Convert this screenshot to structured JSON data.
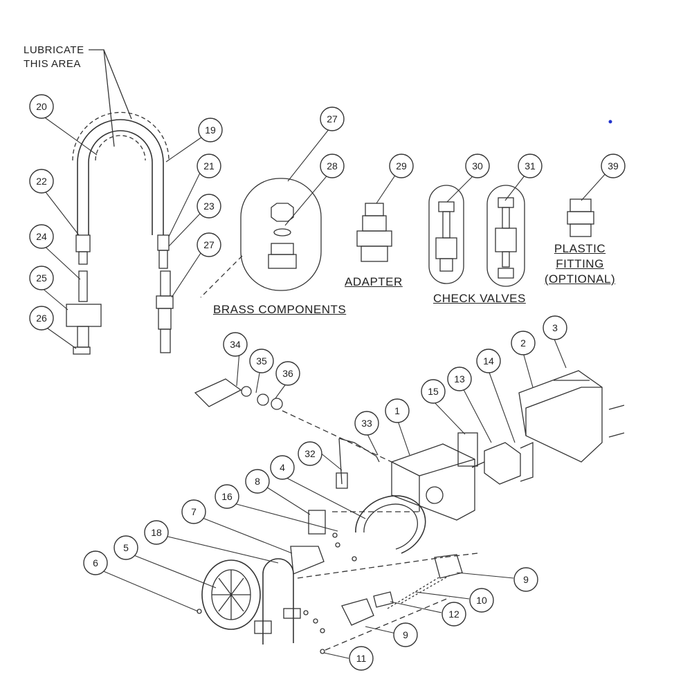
{
  "note": {
    "line1": "LUBRICATE",
    "line2": "THIS AREA"
  },
  "groups": {
    "brass": "BRASS COMPONENTS",
    "adapter": "ADAPTER",
    "check_valves": "CHECK VALVES",
    "plastic_line1": "PLASTIC",
    "plastic_line2": "FITTING",
    "plastic_line3": "(OPTIONAL)"
  },
  "callouts": [
    {
      "id": "c20",
      "n": "20"
    },
    {
      "id": "c19",
      "n": "19"
    },
    {
      "id": "c22",
      "n": "22"
    },
    {
      "id": "c21",
      "n": "21"
    },
    {
      "id": "c23",
      "n": "23"
    },
    {
      "id": "c24",
      "n": "24"
    },
    {
      "id": "c27a",
      "n": "27"
    },
    {
      "id": "c25",
      "n": "25"
    },
    {
      "id": "c26",
      "n": "26"
    },
    {
      "id": "c27b",
      "n": "27"
    },
    {
      "id": "c28",
      "n": "28"
    },
    {
      "id": "c29",
      "n": "29"
    },
    {
      "id": "c30",
      "n": "30"
    },
    {
      "id": "c31",
      "n": "31"
    },
    {
      "id": "c39",
      "n": "39"
    },
    {
      "id": "c3",
      "n": "3"
    },
    {
      "id": "c2",
      "n": "2"
    },
    {
      "id": "c34",
      "n": "34"
    },
    {
      "id": "c35",
      "n": "35"
    },
    {
      "id": "c36",
      "n": "36"
    },
    {
      "id": "c13",
      "n": "13"
    },
    {
      "id": "c14",
      "n": "14"
    },
    {
      "id": "c15",
      "n": "15"
    },
    {
      "id": "c1",
      "n": "1"
    },
    {
      "id": "c33",
      "n": "33"
    },
    {
      "id": "c32",
      "n": "32"
    },
    {
      "id": "c4",
      "n": "4"
    },
    {
      "id": "c8",
      "n": "8"
    },
    {
      "id": "c16",
      "n": "16"
    },
    {
      "id": "c7",
      "n": "7"
    },
    {
      "id": "c18",
      "n": "18"
    },
    {
      "id": "c5",
      "n": "5"
    },
    {
      "id": "c6",
      "n": "6"
    },
    {
      "id": "c9a",
      "n": "9"
    },
    {
      "id": "c10",
      "n": "10"
    },
    {
      "id": "c12",
      "n": "12"
    },
    {
      "id": "c9b",
      "n": "9"
    },
    {
      "id": "c11",
      "n": "11"
    }
  ]
}
